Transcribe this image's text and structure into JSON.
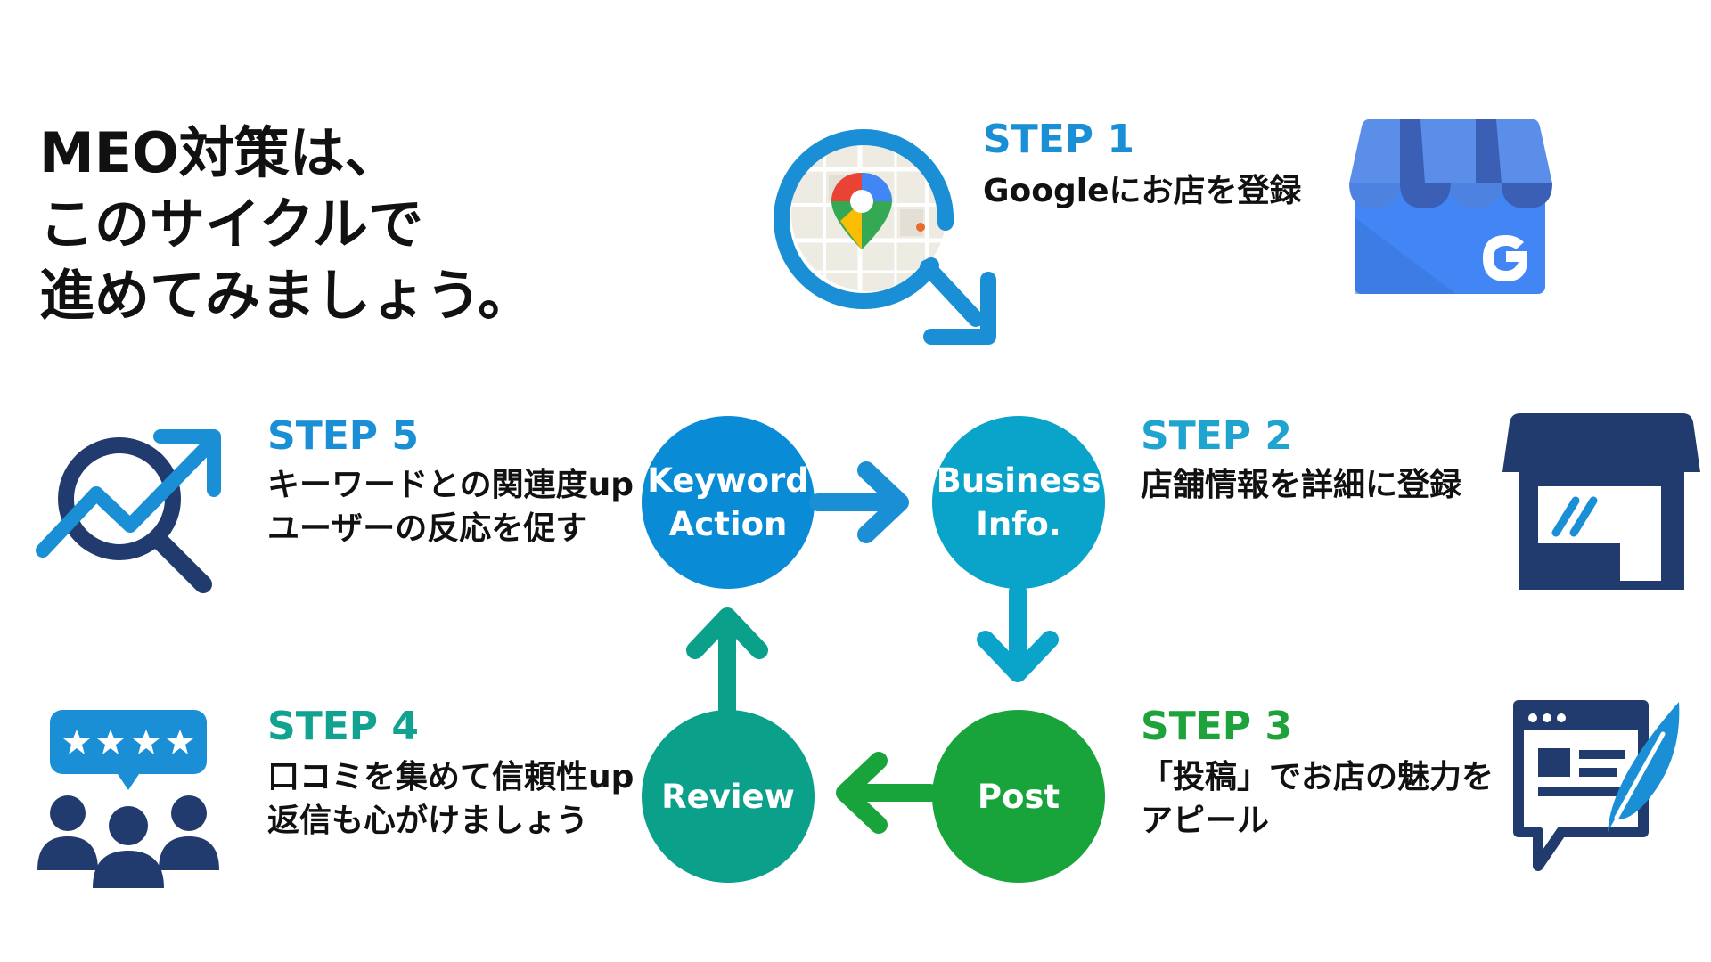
{
  "title": {
    "line1": "MEO対策は、",
    "line2": "このサイクルで",
    "line3": "進めてみましょう。"
  },
  "colors": {
    "step1": "#1a8fd6",
    "step2": "#1fa3cf",
    "step3": "#1ea23c",
    "step4": "#11a38f",
    "step5": "#1a8fd6",
    "keyword_circle": "#0a8bd5",
    "business_circle": "#0aa3c9",
    "post_circle": "#19a43b",
    "review_circle": "#0ba08a",
    "navy": "#223b6e"
  },
  "steps": [
    {
      "label": "STEP 1",
      "lines": [
        "Googleにお店を登録"
      ],
      "icon": "google-maps-search-icon"
    },
    {
      "label": "STEP 2",
      "lines": [
        "店舗情報を詳細に登録"
      ],
      "icon": "store-front-icon"
    },
    {
      "label": "STEP 3",
      "lines": [
        "「投稿」でお店の魅力を",
        "アピール"
      ],
      "icon": "post-writing-icon"
    },
    {
      "label": "STEP 4",
      "lines": [
        "口コミを集めて信頼性up",
        "返信も心がけましょう"
      ],
      "icon": "review-people-icon"
    },
    {
      "label": "STEP 5",
      "lines": [
        "キーワードとの関連度up",
        "ユーザーの反応を促す"
      ],
      "icon": "growth-search-icon"
    }
  ],
  "cycle": {
    "keyword": "Keyword\nAction",
    "business": "Business\nInfo.",
    "post": "Post",
    "review": "Review"
  },
  "google_business_icon": "google-my-business-icon"
}
